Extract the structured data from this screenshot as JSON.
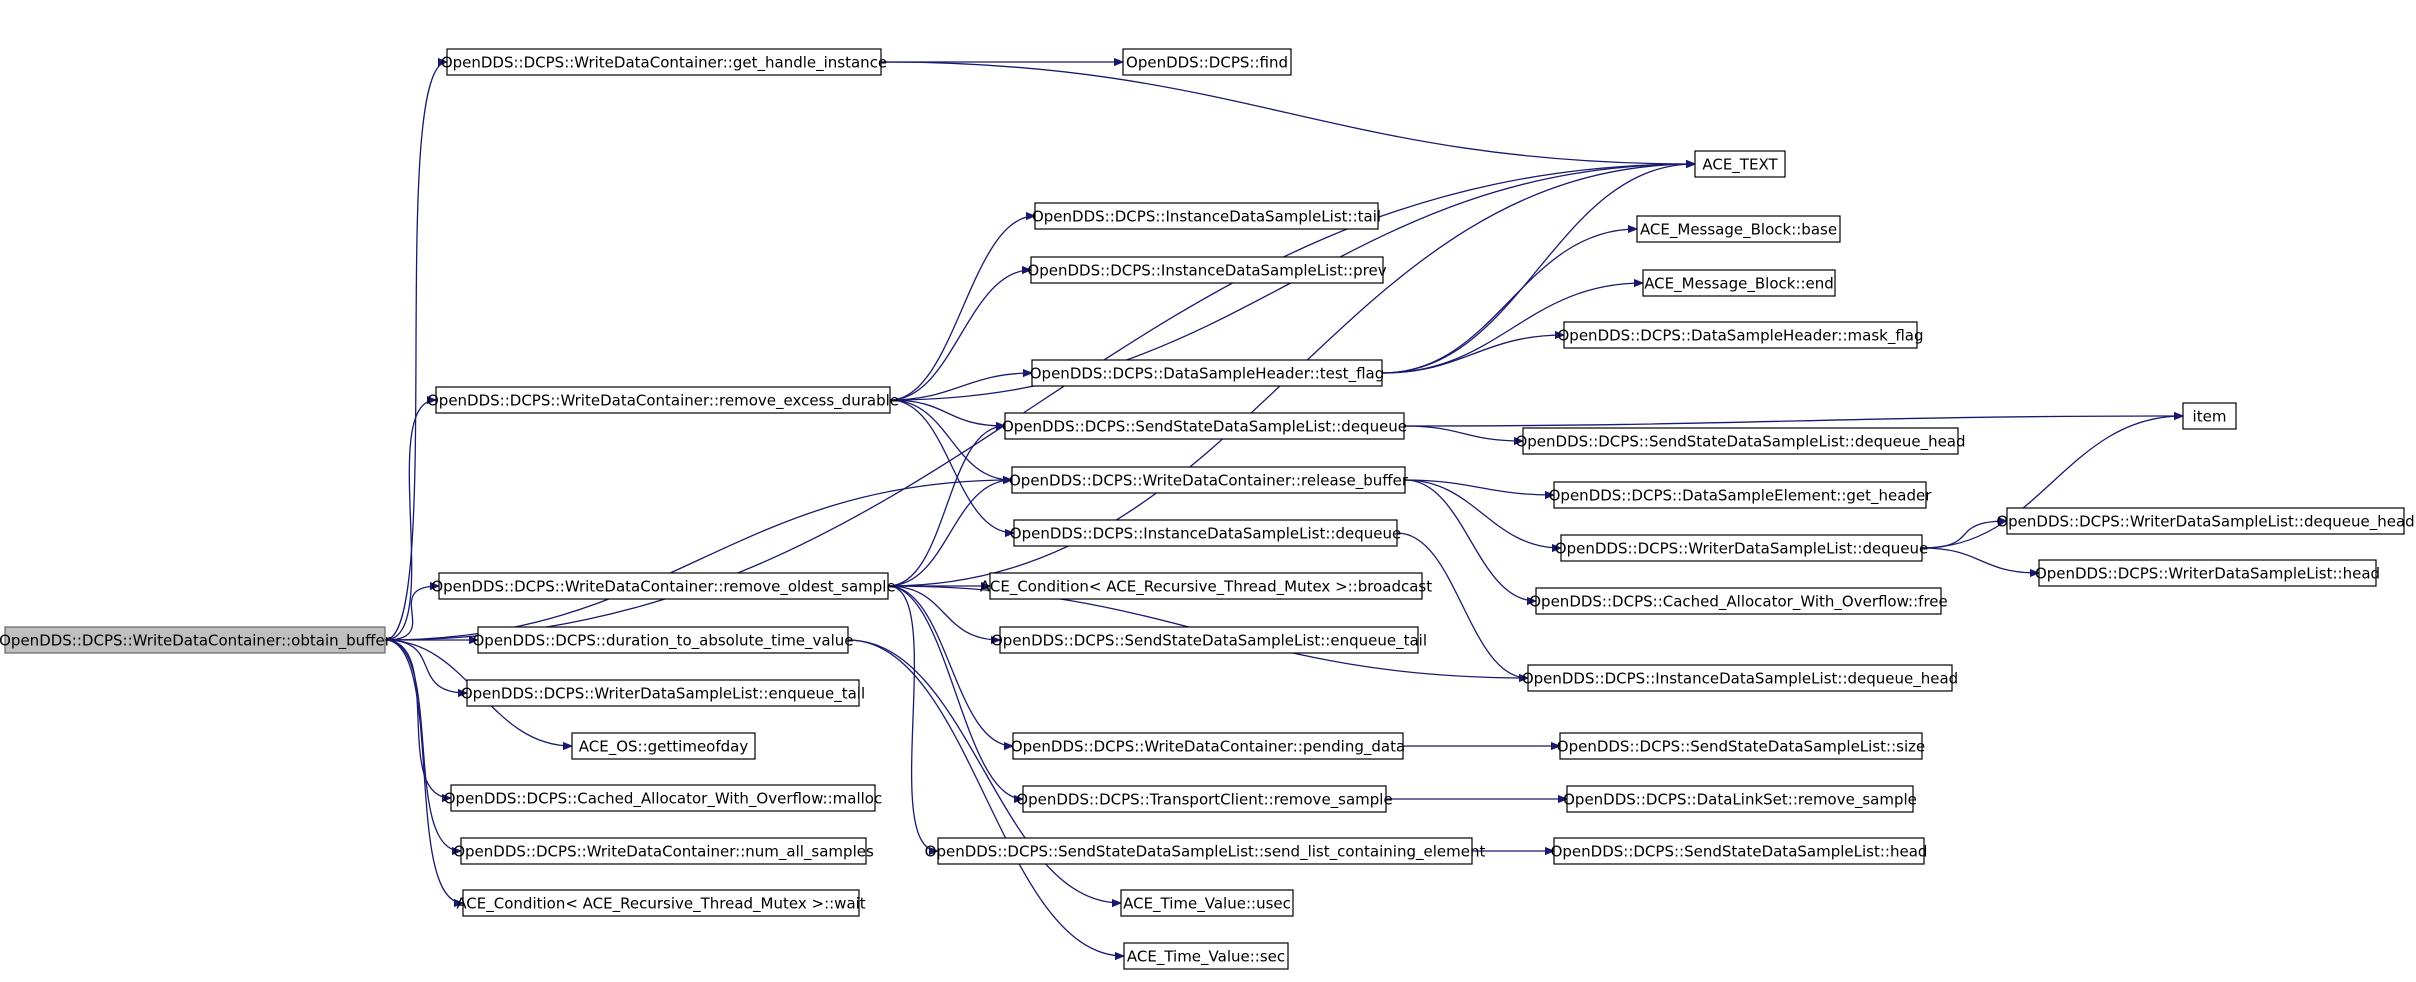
{
  "colors": {
    "edge": "#191970",
    "root_fill": "#bfbfbf",
    "node_border": "#000000"
  },
  "nodes": {
    "obtain_buffer": "OpenDDS::DCPS::WriteDataContainer::obtain_buffer",
    "get_handle_instance": "OpenDDS::DCPS::WriteDataContainer::get_handle_instance",
    "find": "OpenDDS::DCPS::find",
    "ace_text": "ACE_TEXT",
    "idsl_tail": "OpenDDS::DCPS::InstanceDataSampleList::tail",
    "idsl_prev": "OpenDDS::DCPS::InstanceDataSampleList::prev",
    "mb_base": "ACE_Message_Block::base",
    "mb_end": "ACE_Message_Block::end",
    "dsh_mask_flag": "OpenDDS::DCPS::DataSampleHeader::mask_flag",
    "dsh_test_flag": "OpenDDS::DCPS::DataSampleHeader::test_flag",
    "remove_excess_durable": "OpenDDS::DCPS::WriteDataContainer::remove_excess_durable",
    "ssdsl_dequeue": "OpenDDS::DCPS::SendStateDataSampleList::dequeue",
    "item": "item",
    "ssdsl_dequeue_head": "OpenDDS::DCPS::SendStateDataSampleList::dequeue_head",
    "release_buffer": "OpenDDS::DCPS::WriteDataContainer::release_buffer",
    "dse_get_header": "OpenDDS::DCPS::DataSampleElement::get_header",
    "wdsl_dequeue_head": "OpenDDS::DCPS::WriterDataSampleList::dequeue_head",
    "idsl_dequeue": "OpenDDS::DCPS::InstanceDataSampleList::dequeue",
    "wdsl_dequeue": "OpenDDS::DCPS::WriterDataSampleList::dequeue",
    "wdsl_head": "OpenDDS::DCPS::WriterDataSampleList::head",
    "remove_oldest_sample": "OpenDDS::DCPS::WriteDataContainer::remove_oldest_sample",
    "cond_broadcast": "ACE_Condition< ACE_Recursive_Thread_Mutex >::broadcast",
    "caw_free": "OpenDDS::DCPS::Cached_Allocator_With_Overflow::free",
    "duration_to_abs": "OpenDDS::DCPS::duration_to_absolute_time_value",
    "ssdsl_enqueue_tail": "OpenDDS::DCPS::SendStateDataSampleList::enqueue_tail",
    "wdsl_enqueue_tail": "OpenDDS::DCPS::WriterDataSampleList::enqueue_tail",
    "idsl_dequeue_head": "OpenDDS::DCPS::InstanceDataSampleList::dequeue_head",
    "gettimeofday": "ACE_OS::gettimeofday",
    "pending_data": "OpenDDS::DCPS::WriteDataContainer::pending_data",
    "ssdsl_size": "OpenDDS::DCPS::SendStateDataSampleList::size",
    "caw_malloc": "OpenDDS::DCPS::Cached_Allocator_With_Overflow::malloc",
    "tc_remove_sample": "OpenDDS::DCPS::TransportClient::remove_sample",
    "dls_remove_sample": "OpenDDS::DCPS::DataLinkSet::remove_sample",
    "num_all_samples": "OpenDDS::DCPS::WriteDataContainer::num_all_samples",
    "ssdsl_send_list": "OpenDDS::DCPS::SendStateDataSampleList::send_list_containing_element",
    "ssdsl_head": "OpenDDS::DCPS::SendStateDataSampleList::head",
    "cond_wait": "ACE_Condition< ACE_Recursive_Thread_Mutex >::wait",
    "tv_usec": "ACE_Time_Value::usec",
    "tv_sec": "ACE_Time_Value::sec"
  }
}
